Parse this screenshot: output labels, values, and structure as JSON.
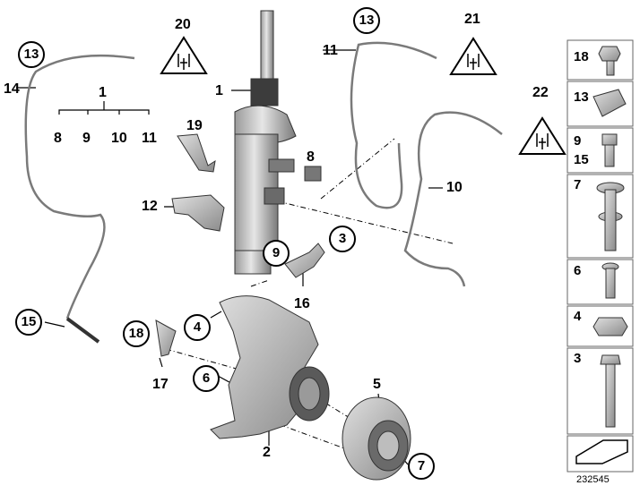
{
  "callouts": {
    "c20": "20",
    "c13a": "13",
    "c14": "14",
    "c1": "1",
    "c8a": "8",
    "c9a": "9",
    "c10a": "10",
    "c11a": "11",
    "c1b": "1",
    "c19": "19",
    "c8b": "8",
    "c13b": "13",
    "c11b": "11",
    "c21": "21",
    "c22": "22",
    "c10b": "10",
    "c12": "12",
    "c9b": "9",
    "c3": "3",
    "c16": "16",
    "c15": "15",
    "c4": "4",
    "c18": "18",
    "c6": "6",
    "c17": "17",
    "c5": "5",
    "c2": "2",
    "c7": "7"
  },
  "side_panel": {
    "items": [
      "18",
      "13",
      "9",
      "15",
      "7",
      "6",
      "4",
      "3"
    ]
  },
  "part_number": "232545",
  "colors": {
    "line": "#000000",
    "part_fill": "#c9c9c9",
    "part_dark": "#5a5a5a",
    "warning_fill": "#ffffff"
  },
  "icons": [
    "warning-triangle-icon",
    "connector-icon",
    "arrow-icon"
  ]
}
